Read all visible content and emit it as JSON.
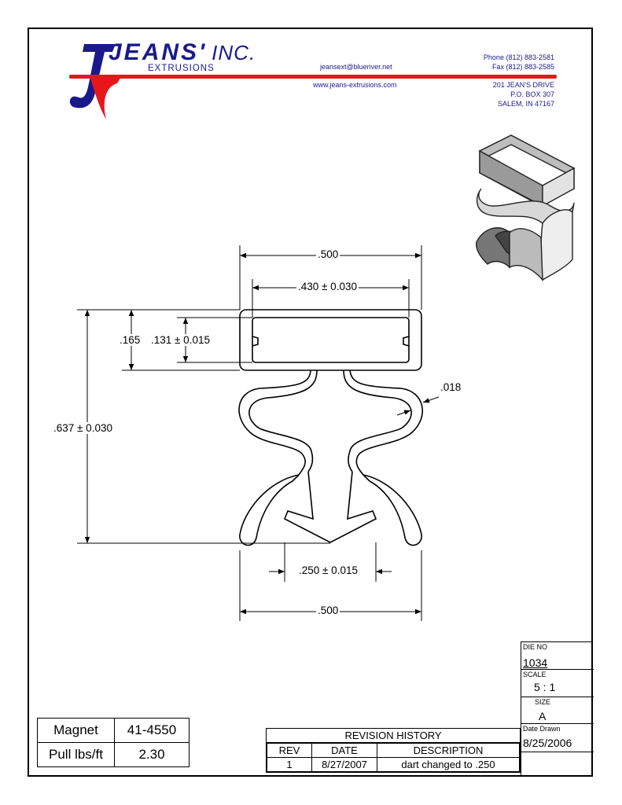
{
  "company": {
    "name": "JEANS'",
    "inc": "INC.",
    "division": "EXTRUSIONS",
    "email": "jeansext@blueriver.net",
    "website": "www.jeans-extrusions.com",
    "phone": "Phone (812) 883-2581",
    "fax": "Fax (812) 883-2585",
    "address1": "201 JEAN'S DRIVE",
    "address2": "P.O. BOX 307",
    "address3": "SALEM, IN 47167",
    "brand_red": "#e8161b",
    "brand_blue": "#1a1a8c"
  },
  "dimensions": {
    "top_width": ".500",
    "inner_width": ".430 ± 0.030",
    "height_165": ".165",
    "height_131": ".131 ± 0.015",
    "overall_height": ".637 ± 0.030",
    "wall": ".018",
    "dart": ".250 ± 0.015",
    "bottom_width": ".500"
  },
  "magnet_table": {
    "rows": [
      {
        "label": "Magnet",
        "value": "41-4550"
      },
      {
        "label": "Pull lbs/ft",
        "value": "2.30"
      }
    ]
  },
  "revision_history": {
    "title": "REVISION HISTORY",
    "headers": [
      "REV",
      "DATE",
      "DESCRIPTION"
    ],
    "rows": [
      {
        "rev": "1",
        "date": "8/27/2007",
        "description": "dart changed to .250"
      }
    ]
  },
  "title_block": {
    "die_no_label": "DIE NO",
    "die_no": "1034",
    "scale_label": "SCALE",
    "scale": "5 : 1",
    "size_label": "SIZE",
    "size": "A",
    "date_drawn_label": "Date Drawn",
    "date_drawn": "8/25/2006"
  }
}
